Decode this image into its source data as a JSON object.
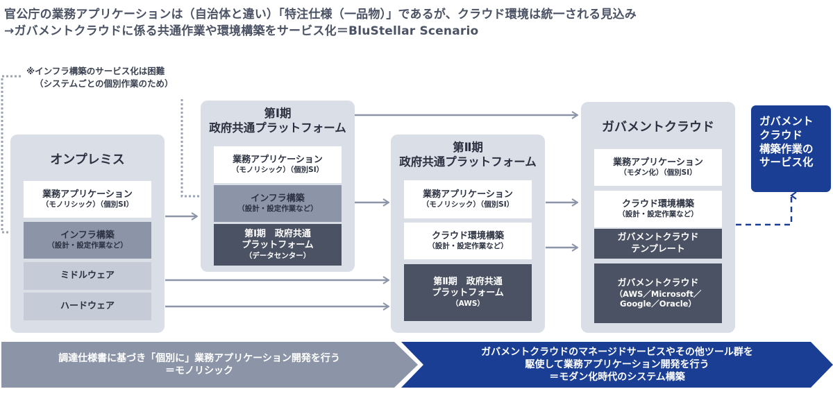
{
  "header": {
    "line1": "官公庁の業務アプリケーションは（自治体と違い）「特注仕様（一品物）」であるが、クラウド環境は統一される見込み",
    "line2": "→ガバメントクラウドに係る共通作業や環境構築をサービス化＝BluStellar Scenario"
  },
  "note": {
    "line1": "※インフラ構築のサービス化は困難",
    "line2": "（システムごとの個別作業のため）"
  },
  "onpremise": {
    "title": "オンプレミス",
    "app": {
      "main": "業務アプリケーション",
      "sub": "（モノリシック）（個別SI）"
    },
    "infra": {
      "main": "インフラ構築",
      "sub": "（設計・設定作業など）"
    },
    "middleware": "ミドルウェア",
    "hardware": "ハードウェア"
  },
  "phase1": {
    "title1": "第Ⅰ期",
    "title2": "政府共通プラットフォーム",
    "app": {
      "main": "業務アプリケーション",
      "sub": "（モノリシック）（個別SI）"
    },
    "infra": {
      "main": "インフラ構築",
      "sub": "（設計・設定作業など）"
    },
    "platform": {
      "line1": "第Ⅰ期　政府共通",
      "line2": "プラットフォーム",
      "sub": "（データセンター）"
    }
  },
  "phase2": {
    "title1": "第Ⅱ期",
    "title2": "政府共通プラットフォーム",
    "app": {
      "main": "業務アプリケーション",
      "sub": "（モノリシック）（個別SI）"
    },
    "cloud": {
      "main": "クラウド環境構築",
      "sub": "（設計・設定作業など）"
    },
    "platform": {
      "line1": "第Ⅱ期　政府共通",
      "line2": "プラットフォーム",
      "sub": "（AWS）"
    }
  },
  "govcloud": {
    "title": "ガバメントクラウド",
    "app": {
      "main": "業務アプリケーション",
      "sub": "（モダン化）（個別SI）"
    },
    "cloud": {
      "main": "クラウド環境構築",
      "sub": "（設計・設定作業など）"
    },
    "template": {
      "line1": "ガバメントクラウド",
      "line2": "テンプレート"
    },
    "platform": {
      "line1": "ガバメントクラウド",
      "line2": "（AWS／Microsoft／",
      "line3": "Google／Oracle）"
    }
  },
  "service_box": {
    "line1": "ガバメント",
    "line2": "クラウド",
    "line3": "構築作業の",
    "line4": "サービス化"
  },
  "banners": {
    "left": {
      "line1": "調達仕様書に基づき「個別に」業務アプリケーション開発を行う",
      "line2": "＝モノリシック"
    },
    "right": {
      "line1": "ガバメントクラウドのマネージドサービスやその他ツール群を",
      "line2": "駆使して業務アプリケーション開発を行う",
      "line3": "＝モダン化時代のシステム構築"
    }
  },
  "colors": {
    "panel": "#d9dee7",
    "mid_gray": "#8c95a8",
    "dark": "#4b5263",
    "accent_blue": "#1a3e93",
    "arrow": "#8c95a8"
  }
}
